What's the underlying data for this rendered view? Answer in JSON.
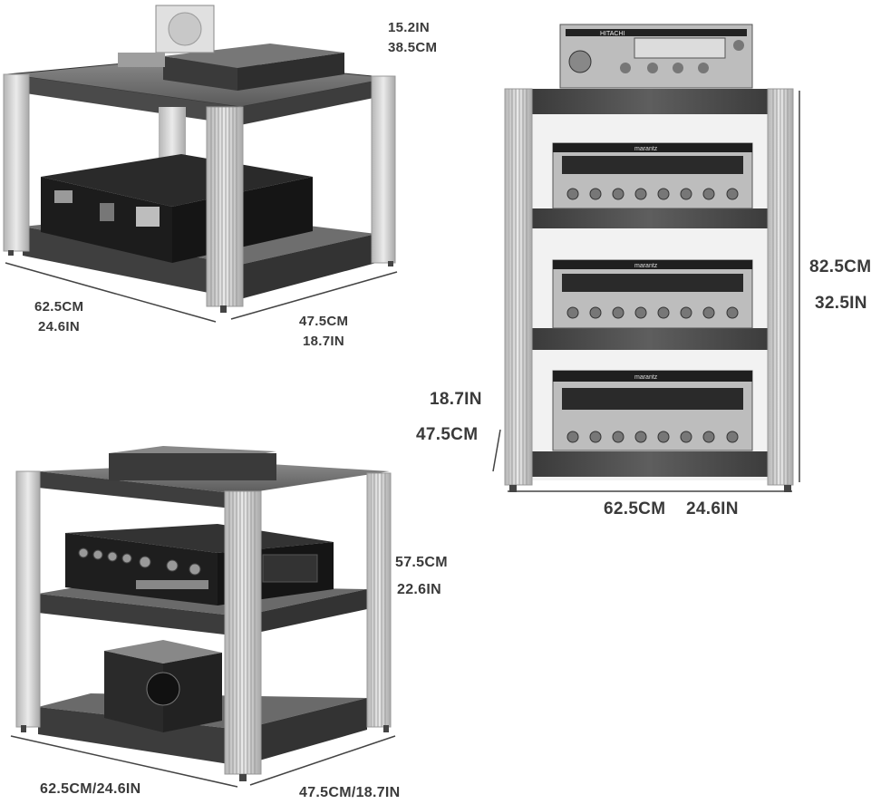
{
  "colors": {
    "wood_dark": "#2e2e2e",
    "wood_mid": "#555555",
    "wood_light": "#7a7a7a",
    "aluminum": "#d2d2d2",
    "aluminum_edge": "#9a9a9a",
    "device_dark": "#1f1f1f",
    "device_face": "#bdbdbd",
    "dimension_text": "#3a3a3a"
  },
  "rack_2tier": {
    "height": "15.2IN",
    "height_cm": "38.5CM",
    "width_cm": "62.5CM",
    "width_in": "24.6IN",
    "depth_cm": "47.5CM",
    "depth_in": "18.7IN"
  },
  "rack_4tier": {
    "height_cm": "82.5CM",
    "height_in": "32.5IN",
    "depth_in": "18.7IN",
    "depth_cm": "47.5CM",
    "width_cm": "62.5CM",
    "width_in": "24.6IN"
  },
  "rack_3tier": {
    "height_cm": "57.5CM",
    "height_in": "22.6IN",
    "width": "62.5CM/24.6IN",
    "depth": "47.5CM/18.7IN"
  },
  "device_labels": {
    "amplifier_brand": "HITACHI",
    "receiver_brand": "marantz"
  }
}
